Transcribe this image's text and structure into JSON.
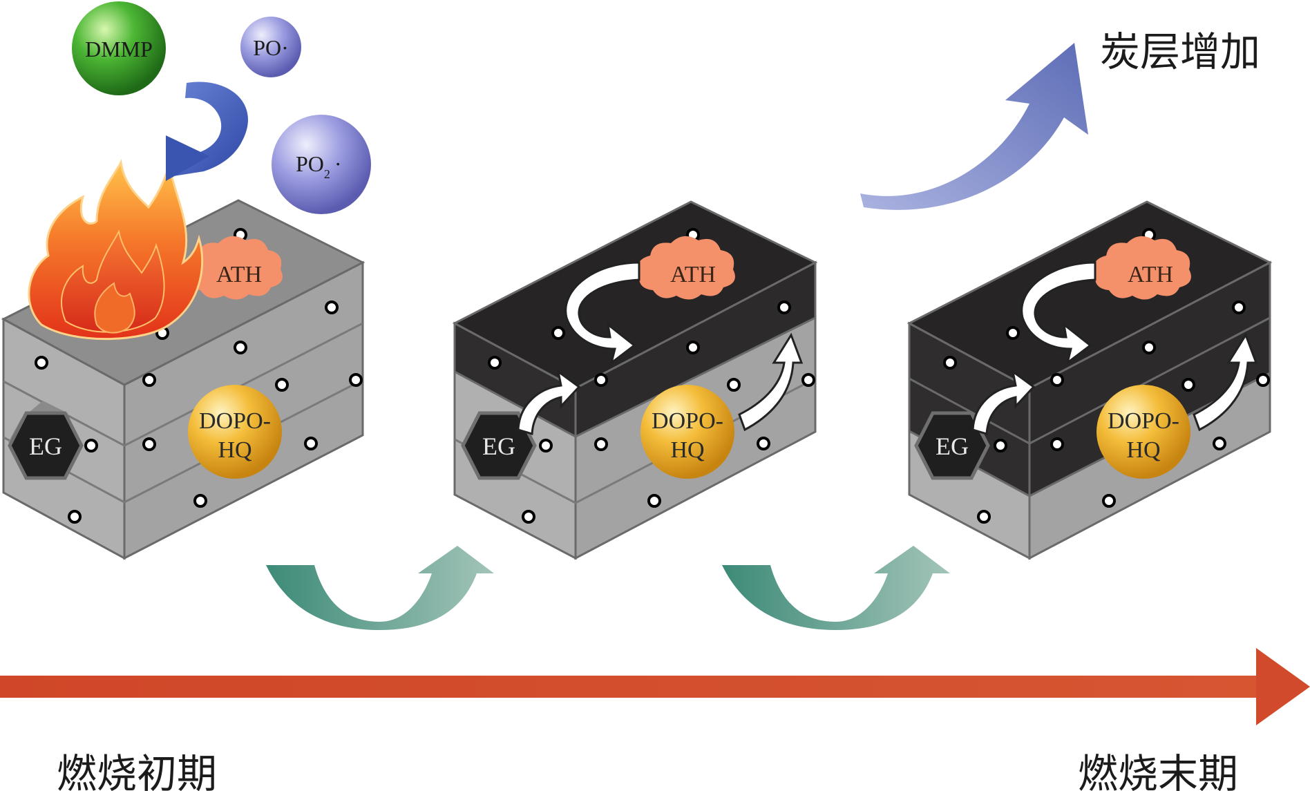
{
  "labels": {
    "dmmp": "DMMP",
    "po": "PO·",
    "po2_main": "PO",
    "po2_sub": "2",
    "po2_dot": "·",
    "char_increase": "炭层增加",
    "combustion_start": "燃烧初期",
    "combustion_end": "燃烧末期"
  },
  "blocks": [
    {
      "ath": "ATH",
      "eg": "EG",
      "dopo_line1": "DOPO-",
      "dopo_line2": "HQ"
    },
    {
      "ath": "ATH",
      "eg": "EG",
      "dopo_line1": "DOPO-",
      "dopo_line2": "HQ"
    },
    {
      "ath": "ATH",
      "eg": "EG",
      "dopo_line1": "DOPO-",
      "dopo_line2": "HQ"
    }
  ],
  "colors": {
    "timeline_arrow": "#d24a2c",
    "char_arrow": "#6f7fc0",
    "transition_arrow": "#4f9585",
    "dmmp_sphere": "#3aa82c",
    "po_sphere": "#8e8fd6",
    "ath_cloud": "#f0906c",
    "dopo_sphere": "#f2b530",
    "eg_hexagon": "#1f1f1f",
    "block_grey": "#a6a6a6",
    "char_layer": "#2c2a2b",
    "curl_arrow_blue": "#3f5bb4"
  },
  "icons": [
    "flame-icon",
    "curved-arrow-icon",
    "hexagon-icon",
    "sphere-icon",
    "cloud-icon"
  ]
}
